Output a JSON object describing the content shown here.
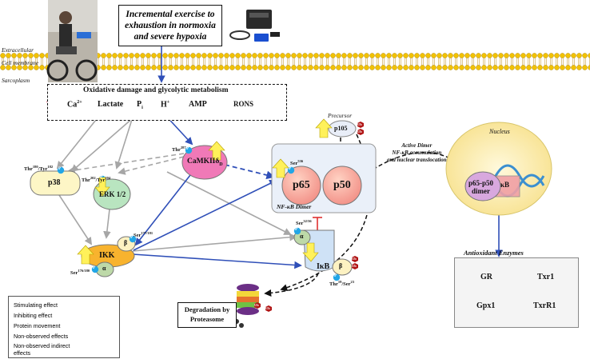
{
  "header": {
    "title_lines": [
      "Incremental exercise to",
      "exhaustion in normoxia",
      "and severe hypoxia"
    ]
  },
  "regions": {
    "extracellular": "Extracellular",
    "cell_membrane": "Cell membrane",
    "sarcoplasm": "Sarcoplasm",
    "nucleus": "Nucleus"
  },
  "oxidative": {
    "title": "Oxidative damage and glycolytic metabolism",
    "items": {
      "ca": "Ca",
      "ca_sup": "2+",
      "lactate": "Lactate",
      "pi": "P",
      "pi_sub": "i",
      "h": "H",
      "h_sup": "+",
      "amp": "AMP",
      "rons": "RONS"
    }
  },
  "nodes": {
    "p38": "p38",
    "erk": "ERK 1/2",
    "camk": "CaMKIIδ",
    "camk_sub": "D",
    "ikk": "IKK",
    "p65": "p65",
    "p50": "p50",
    "p105": "p105",
    "ikb": "IκB",
    "alpha": "α",
    "beta": "β",
    "p_badge": "P",
    "ub_badge": "Ub",
    "dimer_label": "NF-κB Dimer",
    "nucleus_dimer_line1": "p65-p50",
    "nucleus_dimer_line2": "dimer",
    "kb": "κB",
    "degradation": [
      "Degradation by",
      "Proteasome"
    ]
  },
  "sites": {
    "thr180": "Thr",
    "thr180_sup": "180",
    "thr180_b": "/Tyr",
    "thr180_b_sup": "182",
    "thr202": "Thr",
    "thr202_sup": "202",
    "thr202_b": "/Tyr",
    "thr202_b_sup": "204",
    "thr287": "Thr",
    "thr287_sup": "287",
    "ser536": "Ser",
    "ser536_sup": "536",
    "ser177": "Ser",
    "ser177_sup": "177/181",
    "ser176": "Ser",
    "ser176_sup": "176/180",
    "ser32": "Ser",
    "ser32_sup": "32/36",
    "thr19": "Thr",
    "thr19_sup": "19",
    "thr19_b": "/Ser",
    "thr19_b_sup": "23"
  },
  "annotations": {
    "precursor": "Precursor",
    "active_lines": [
      "Active Dimer",
      "NF-κB accumulation",
      "and nuclear translocation"
    ]
  },
  "enzymes": {
    "title": "Antioxidant Enzymes",
    "gr": "GR",
    "txr1": "Txr1",
    "gpx1": "Gpx1",
    "txrr1": "TxrR1"
  },
  "legend": {
    "stimulating": "Stimulating effect",
    "inhibiting": "Inhibiting effect",
    "protein_movement": "Protein movement",
    "non_observed": "Non-observed effects",
    "non_observed_indirect": [
      "Non-observed indirect",
      "effects"
    ]
  },
  "colors": {
    "stimulating": "#2f4fb8",
    "inhibiting": "#e03030",
    "non_observed": "#a6a6a6",
    "up_arrow": "#fff15a",
    "red_arrow": "#d8143c",
    "p_badge": "#22a6e6",
    "ub_badge": "#b01515"
  }
}
